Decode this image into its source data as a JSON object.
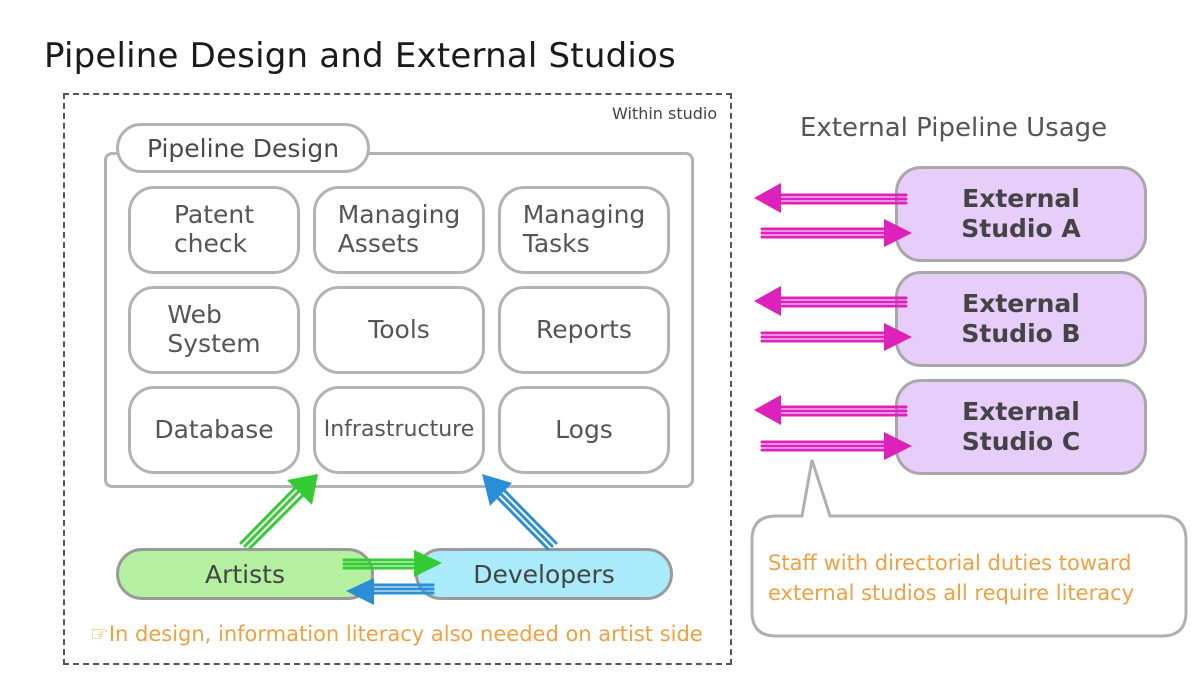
{
  "title": "Pipeline Design and External Studios",
  "studio": {
    "within_label": "Within studio",
    "panel_title": "Pipeline Design",
    "cells": [
      "Patent\ncheck",
      "Managing\nAssets",
      "Managing\nTasks",
      "Web\nSystem",
      "Tools",
      "Reports",
      "Database",
      "Infrastructure",
      "Logs"
    ],
    "artists": "Artists",
    "developers": "Developers",
    "note": "☞In design, information literacy also needed on artist side"
  },
  "external": {
    "title": "External Pipeline Usage",
    "studios": [
      "External\nStudio A",
      "External\nStudio B",
      "External\nStudio C"
    ],
    "callout": "Staff with directorial duties toward external studios all require literacy"
  },
  "colors": {
    "green_arrow": "#33cc33",
    "blue_arrow": "#2a8fd6",
    "magenta_arrow": "#dd22bb",
    "note_orange": "#f0a040",
    "studio_purple": "#e7cdfa"
  }
}
